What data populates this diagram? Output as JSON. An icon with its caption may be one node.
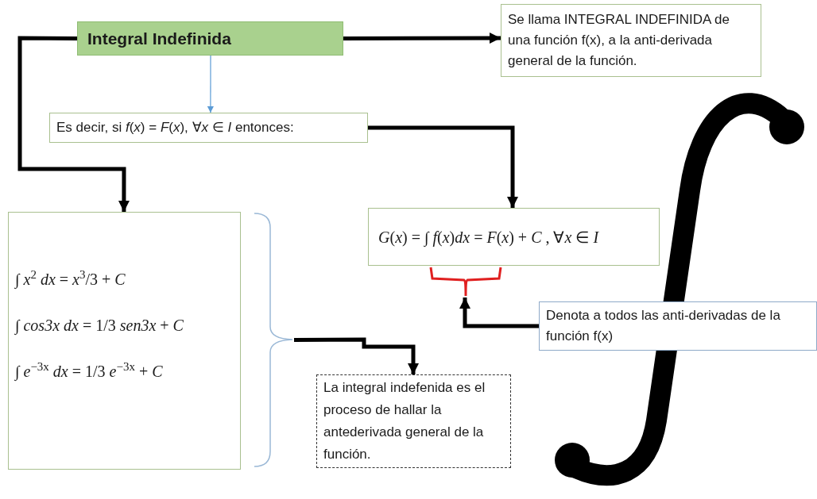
{
  "diagram": {
    "nodes": [
      {
        "text": [
          "Integral Indefinida"
        ]
      },
      {
        "text": [
          "Se llama INTEGRAL INDEFINIDA de una función f(x),  a la anti-derivada general de la función."
        ]
      },
      {
        "text": [
          "Es decir, si *f*(*x*) = *F*(*x*), ∀*x* ∈ *I* entonces:"
        ]
      },
      {
        "text": [
          "∫ *x*$^{2}$ *dx* = *x*$^{3}$/3 + *C*",
          "∫ *cos3x dx* = 1/3 *sen3x* + *C*",
          "∫ *e*$^{−3x}$ *dx* = 1/3 *e*$^{−3x}$ + *C*"
        ]
      },
      {
        "text": [
          "*G*(*x*) = ∫ *f*(*x*)*dx* = *F*(*x*) + *C*  , ∀*x* ∈ *I*"
        ]
      },
      {
        "text": [],
        "shape": "bracket"
      },
      {
        "text": [
          "Denota a todos las anti-derivadas de la función f(x)"
        ]
      },
      {
        "text": [
          "La integral indefenida es el proceso de hallar la antederivada general de la función."
        ]
      },
      {
        "text": [],
        "shape": "bracket"
      }
    ],
    "edges": [
      {
        "from": 0,
        "to": 1,
        "arrow": "to"
      },
      {
        "from": 0,
        "to": 2,
        "arrow": "to",
        "color": "#5b9bd5"
      },
      {
        "from": 0,
        "to": 3,
        "arrow": "to"
      },
      {
        "from": 2,
        "to": 4,
        "arrow": "to"
      },
      {
        "from": 6,
        "to": 8,
        "arrow": "to"
      },
      {
        "from": 5,
        "to": 7,
        "arrow": "to"
      }
    ]
  }
}
